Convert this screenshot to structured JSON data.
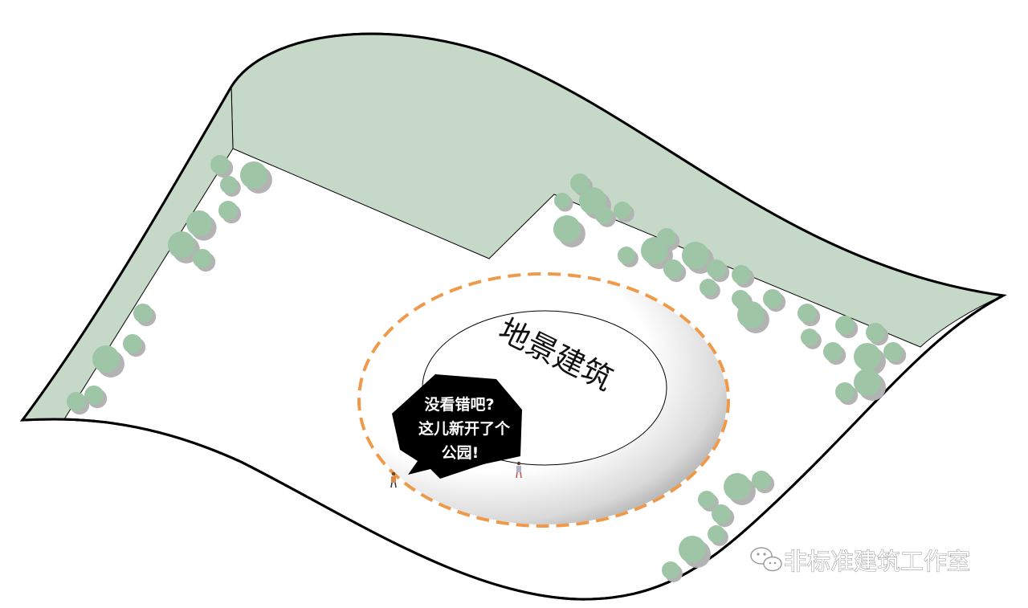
{
  "landmark": {
    "title": "地景建筑"
  },
  "speech_bubble": {
    "lines": [
      "没看错吧?",
      "这儿新开了个",
      "公园!"
    ]
  },
  "watermark": {
    "text": "非标准建筑工作室",
    "icon": "wechat-icon"
  },
  "colors": {
    "green_area": "#c6d9c8",
    "tree": "#9dc5a6",
    "tree_shadow": "#b3b3b3",
    "dashed_boundary": "#ef9a4a",
    "bubble": "#000000",
    "outline": "#000000"
  }
}
